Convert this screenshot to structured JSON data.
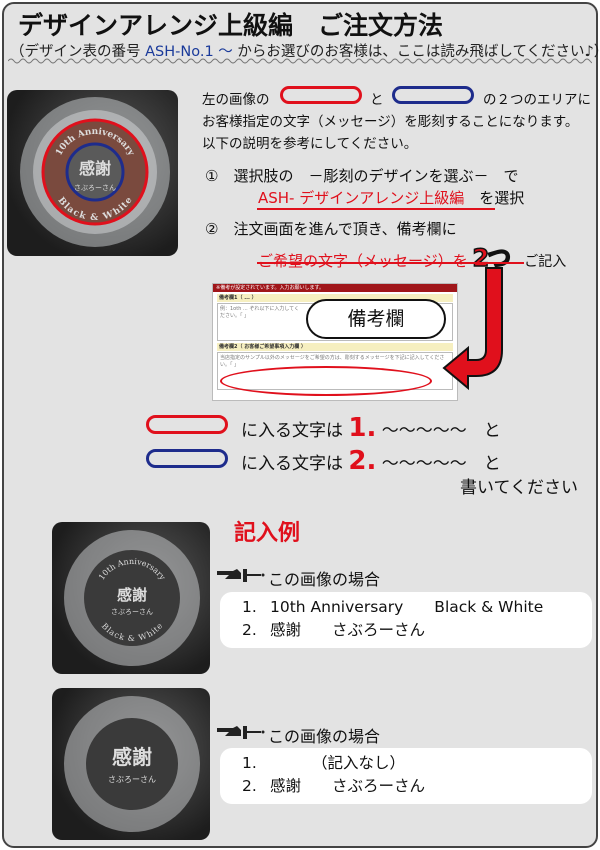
{
  "header": {
    "title": "デザインアレンジ上級編　ご注文方法",
    "subtitle_pre": "（デザイン表の番号 ",
    "subtitle_code": "ASH-No.1 ～",
    "subtitle_post": " からお選びのお客様は、ここは読み飛ばしてください♪）"
  },
  "intro": {
    "line1_a": "左の画像の",
    "line1_b": "と",
    "line1_c": "の２つのエリアに",
    "line2": "お客様指定の文字（メッセージ）を彫刻することになります。",
    "line3": "以下の説明を参考にしてください。"
  },
  "steps": [
    {
      "num": "①",
      "text": "選択肢の　－彫刻のデザインを選ぶ－　で",
      "highlight": "ASH- デザインアレンジ上級編",
      "after": "を選択"
    },
    {
      "num": "②",
      "text": "注文画面を進んで頂き、備考欄に",
      "highlight": "ご希望の文字（メッセージ）を",
      "count": "2つ",
      "after": "ご記入"
    }
  ],
  "form_screenshot": {
    "bar": "※備考が設定されています。入力お願いします。",
    "label1": "備考欄1（ ... ）",
    "text1": "例：1oth ... ぞれ以下に入力してください。「 」",
    "label2": "備考欄2（ お客様ご希望事項入力欄 ）",
    "text2": "当店指定のサンプル以外のメッセージをご希望の方は、彫刻するメッセージを下記に記入してください。「 」",
    "callout": "備考欄"
  },
  "instructions": {
    "suffix": "に入る文字は",
    "num1": "1.",
    "num2": "2.",
    "tilde": "～～～～～",
    "and": "と",
    "closing": "書いてください"
  },
  "examples": {
    "heading": "記入例",
    "case_label": "この画像の場合",
    "items": [
      {
        "l1_num": "1.",
        "l1": "10th Anniversary　　Black & White",
        "l2_num": "2.",
        "l2": "感謝　　さぶろーさん"
      },
      {
        "l1_num": "1.",
        "l1": "（記入なし）",
        "l2_num": "2.",
        "l2": "感謝　　さぶろーさん"
      }
    ]
  },
  "photo_text": {
    "top": "10th Anniversary",
    "bottom": "Black & White",
    "center": "感謝",
    "name": "さぶろーさん"
  },
  "colors": {
    "red": "#e0101c",
    "blue": "#1e2c8c",
    "panel": "#e3e3e3"
  }
}
